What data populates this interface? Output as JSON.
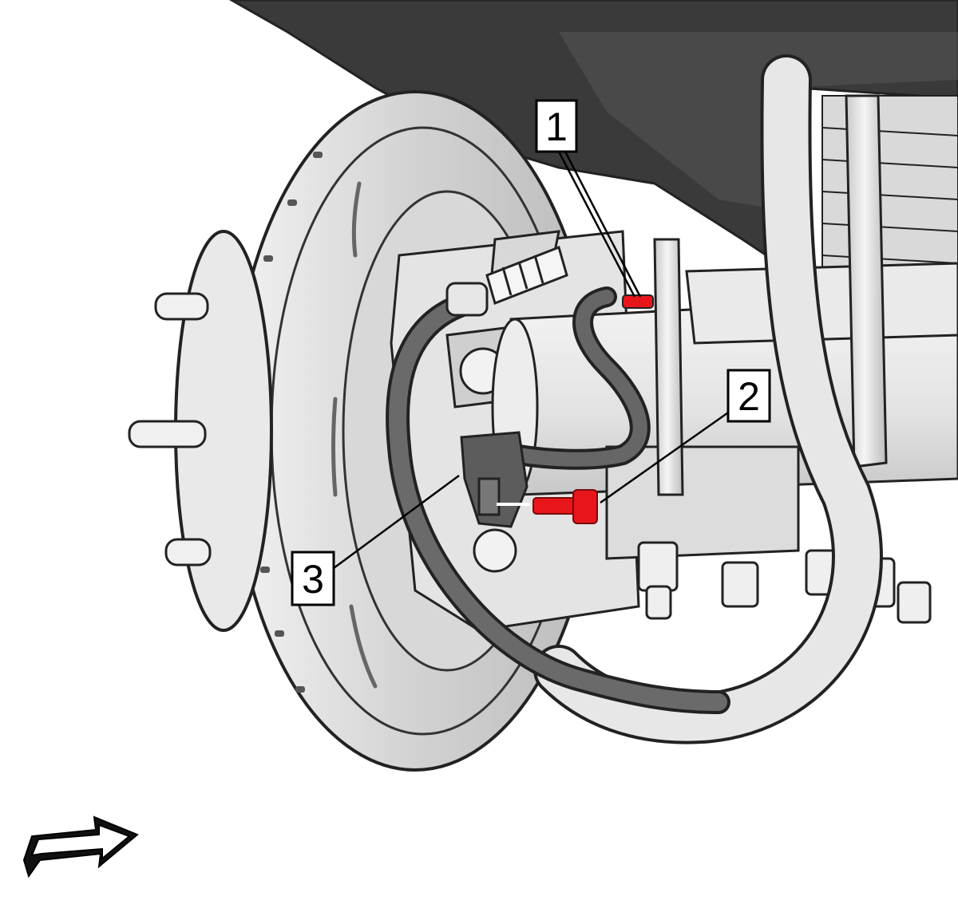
{
  "diagram": {
    "callouts": [
      {
        "id": "1",
        "label": "1"
      },
      {
        "id": "2",
        "label": "2"
      },
      {
        "id": "3",
        "label": "3"
      }
    ],
    "colors": {
      "highlight": "#e8161b",
      "body_dark": "#3a3a3a",
      "hose": "#5a5a5a",
      "metal_light": "#e6e6e6",
      "metal_mid": "#c4c4c4",
      "outline": "#222222"
    },
    "icons": {
      "view_direction": "view-direction-arrow-icon"
    }
  }
}
